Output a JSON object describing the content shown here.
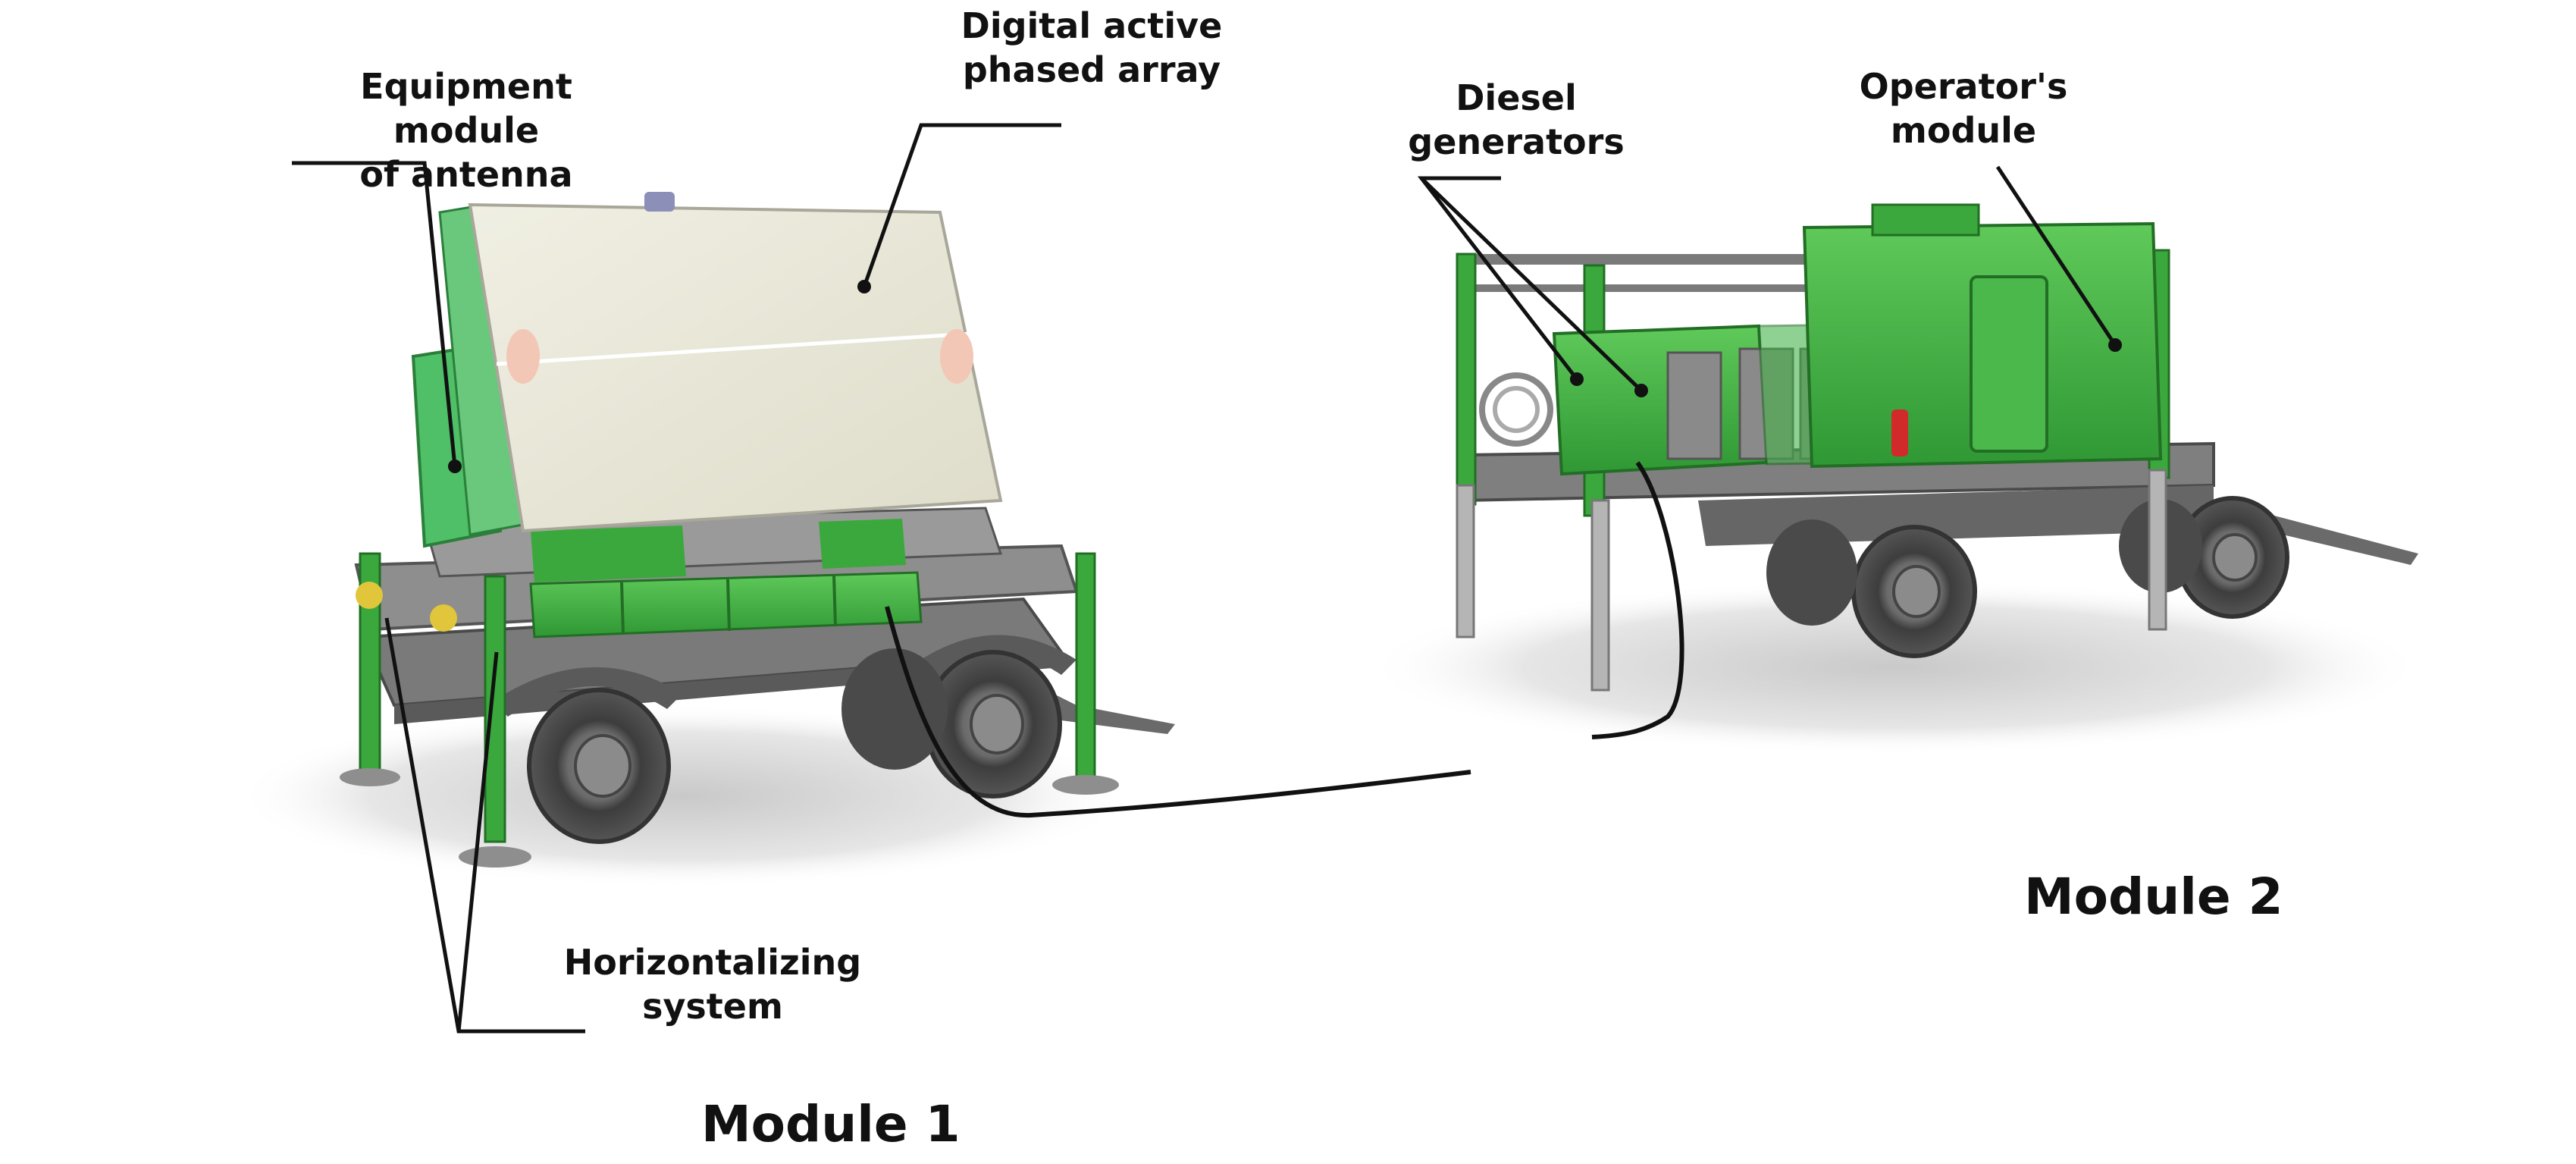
{
  "labels": {
    "equipment_module": "Equipment module\nof antenna",
    "phased_array": "Digital active\nphased array",
    "diesel_generators": "Diesel\ngenerators",
    "operators_module": "Operator's\nmodule",
    "horizontalizing": "Horizontalizing\nsystem"
  },
  "modules": {
    "module1": "Module 1",
    "module2": "Module 2"
  },
  "colors": {
    "green": "#3fae3f",
    "green_dark": "#2a8a2e",
    "green_light": "#5ecb5a",
    "panel": "#e9e8dc",
    "chassis": "#6c6c6c",
    "tire": "#4d4d4d",
    "leader": "#111111"
  }
}
